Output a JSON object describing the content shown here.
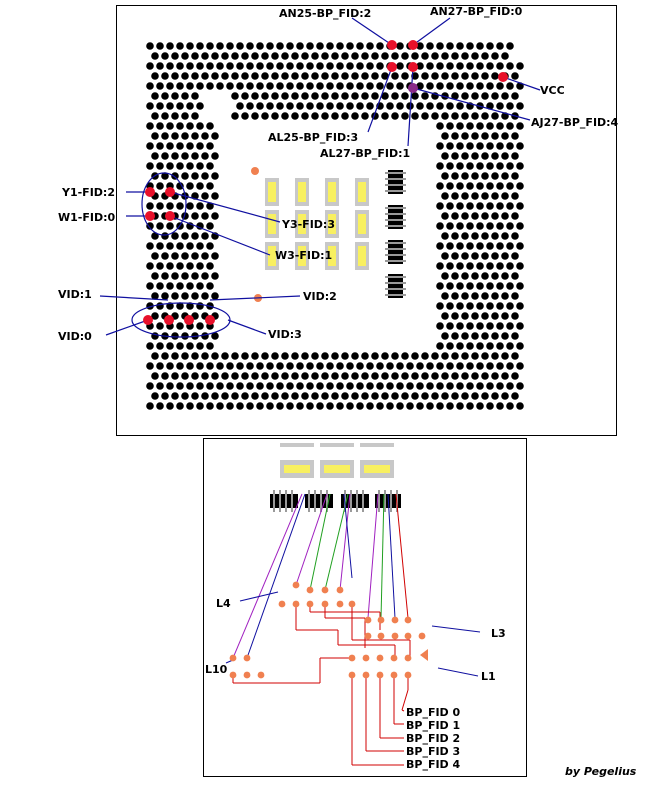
{
  "top_diagram": {
    "pin_labels": {
      "an25": "AN25-BP_FID:2",
      "an27": "AN27-BP_FID:0",
      "vcc": "VCC",
      "aj27": "AJ27-BP_FID:4",
      "al25": "AL25-BP_FID:3",
      "al27": "AL27-BP_FID:1",
      "y1": "Y1-FID:2",
      "w1": "W1-FID:0",
      "y3": "Y3-FID:3",
      "w3": "W3-FID:1",
      "vid1": "VID:1",
      "vid2": "VID:2",
      "vid0": "VID:0",
      "vid3": "VID:3"
    }
  },
  "bottom_diagram": {
    "layer_labels": {
      "l4": "L4",
      "l3": "L3",
      "l10": "L10",
      "l1": "L1"
    },
    "bp_fid_labels": [
      "BP_FID 0",
      "BP_FID 1",
      "BP_FID 2",
      "BP_FID 3",
      "BP_FID 4"
    ]
  },
  "credit": "by Pegelius",
  "colors": {
    "pad_black": "#000000",
    "pad_red": "#e8102a",
    "pad_purple": "#8a2a8a",
    "pad_orange": "#f08050",
    "leader_blue": "#1010a0",
    "trace_red": "#d00000",
    "trace_green": "#20a020",
    "trace_purple": "#a020c0",
    "cap_yellow": "#f8f060",
    "cap_gray": "#c8c8c8"
  }
}
